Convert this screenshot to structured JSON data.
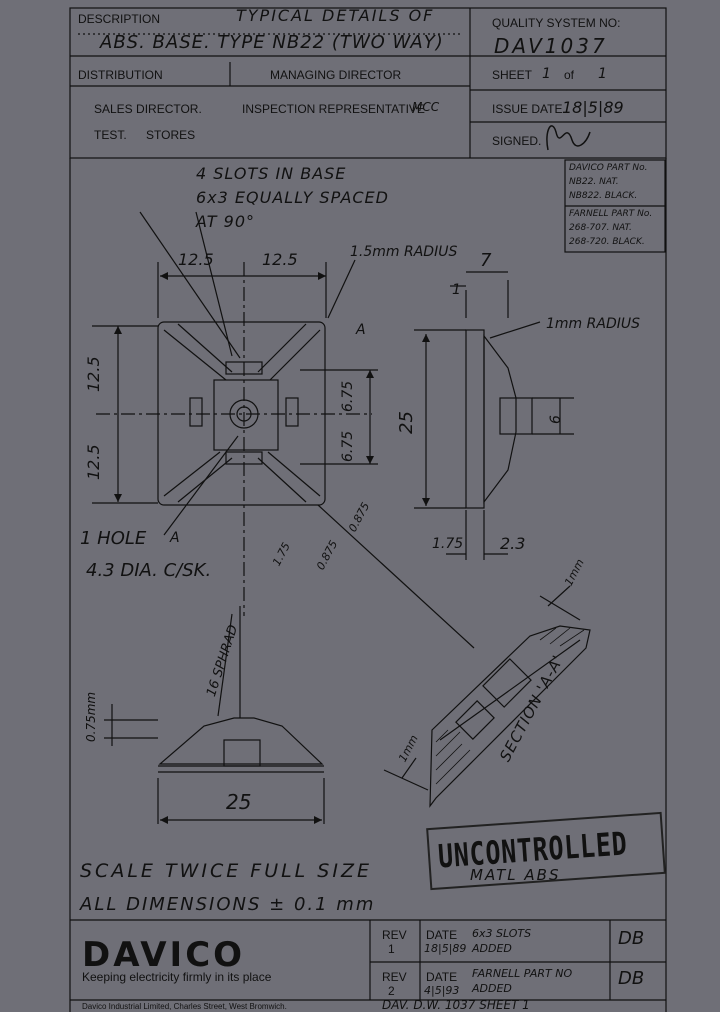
{
  "header": {
    "description_label": "DESCRIPTION",
    "description_line1": "TYPICAL DETAILS OF",
    "description_line2": "ABS. BASE. TYPE NB22 (TWO WAY)",
    "quality_system_label": "QUALITY SYSTEM NO:",
    "quality_system_no": "DAV1037",
    "distribution_label": "DISTRIBUTION",
    "managing_director_label": "MANAGING DIRECTOR",
    "sheet_label": "SHEET",
    "sheet_no": "1",
    "of_label": "of",
    "sheet_total": "1",
    "sales_director_label": "SALES DIRECTOR.",
    "inspection_label": "INSPECTION REPRESENTATIVE",
    "inspection_value": "MCC",
    "issue_date_label": "ISSUE DATE",
    "issue_date": "18|5|89",
    "test_label": "TEST.",
    "stores_label": "STORES",
    "signed_label": "SIGNED."
  },
  "notes": {
    "slots_line1": "4 SLOTS IN BASE",
    "slots_line2": "6x3 EQUALLY SPACED",
    "slots_line3": "AT 90°",
    "davico_part_line1": "DAVICO PART No.",
    "davico_part_line2": "NB22. NAT.",
    "davico_part_line3": "NB822. BLACK.",
    "farnell_part_line1": "FARNELL PART No.",
    "farnell_part_line2": "268-707. NAT.",
    "farnell_part_line3": "268-720. BLACK.",
    "hole_line1": "1 HOLE",
    "hole_line2": "4.3 DIA. C/SK.",
    "scale": "SCALE TWICE FULL SIZE",
    "dimensions": "ALL DIMENSIONS ± 0.1 mm",
    "section": "SECTION 'A-A'",
    "matl": "MATL ABS"
  },
  "dimensions": {
    "top_left": "12.5",
    "top_right": "12.5",
    "radius_1_5": "1.5mm RADIUS",
    "radius_1": "1mm RADIUS",
    "side_7": "7",
    "side_1": "1",
    "left_upper": "12.5",
    "left_lower": "12.5",
    "inner_upper": "6.75",
    "inner_lower": "6.75",
    "height_25": "25",
    "side_6": "6",
    "side_1_75": "1.75",
    "side_2_3": "2.3",
    "diag_0_875a": "0.875",
    "diag_0_875b": "0.875",
    "diag_1_75": "1.75",
    "section_a_left": "A",
    "section_a_right": "A",
    "rad_16": "16 SPHRAD",
    "dim_0_75": "0.75mm",
    "base_25": "25",
    "section_1mm_top": "1mm",
    "section_1mm_left": "1mm"
  },
  "stamp": {
    "text": "UNCONTROLLED"
  },
  "revisions": [
    {
      "rev_label": "REV",
      "rev": "1",
      "date_label": "DATE",
      "date": "18|5|89",
      "change": "6x3 SLOTS ADDED",
      "initials": "DB"
    },
    {
      "rev_label": "REV",
      "rev": "2",
      "date_label": "DATE",
      "date": "4|5|93",
      "change": "FARNELL PART NO ADDED",
      "initials": "DB"
    }
  ],
  "footer": {
    "logo": "DAVICO",
    "tagline": "Keeping electricity firmly in its place",
    "company": "Davico Industrial Limited, Charles Street, West Bromwich.",
    "ref": "DAV. D.W. 1037 SHEET 1"
  }
}
